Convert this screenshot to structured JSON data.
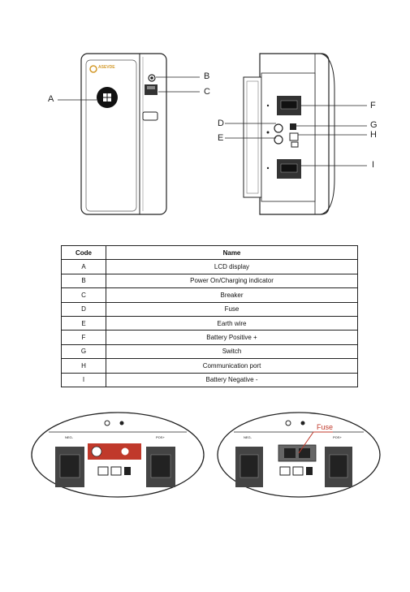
{
  "diagram": {
    "brand_logo": "ASEVDE",
    "front_labels": [
      "A",
      "B",
      "C"
    ],
    "side_labels": [
      "D",
      "E",
      "F",
      "G",
      "H",
      "I"
    ]
  },
  "table": {
    "headers": {
      "code": "Code",
      "name": "Name"
    },
    "rows": [
      {
        "code": "A",
        "name": "LCD display"
      },
      {
        "code": "B",
        "name": "Power On/Charging indicator"
      },
      {
        "code": "C",
        "name": "Breaker"
      },
      {
        "code": "D",
        "name": "Fuse"
      },
      {
        "code": "E",
        "name": "Earth wire"
      },
      {
        "code": "F",
        "name": "Battery Positive +"
      },
      {
        "code": "G",
        "name": "Switch"
      },
      {
        "code": "H",
        "name": "Communication port"
      },
      {
        "code": "I",
        "name": "Battery Negative -"
      }
    ]
  },
  "closeups": {
    "left_neg_label": "NEG-",
    "left_pos_label": "POS+",
    "right_neg_label": "NEG-",
    "right_pos_label": "POS+",
    "fuse_label": "Fuse"
  },
  "colors": {
    "line": "#222222",
    "accent": "#c0392b",
    "dark": "#333333"
  }
}
